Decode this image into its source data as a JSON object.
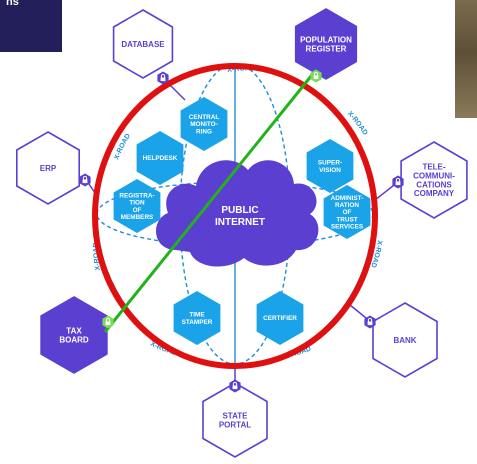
{
  "top_left_text": "ns",
  "network": {
    "center": "PUBLIC INTERNET",
    "ring_label": "X-ROAD",
    "inner_services": [
      "CENTRAL MONITO- RING",
      "HELPDESK",
      "SUPER- VISION",
      "REGISTRA- TION OF MEMBERS",
      "ADMINIST- RATION OF TRUST SERVICES",
      "TIME STAMPER",
      "CERTIFIER"
    ],
    "members": [
      "DATABASE",
      "POPULATION REGISTER",
      "ERP",
      "TELE- COMMUNI- CATIONS COMPANY",
      "TAX BOARD",
      "BANK",
      "STATE PORTAL"
    ]
  },
  "colors": {
    "corner": "#231f5a",
    "purple": "#5b3fd1",
    "service_blue": "#1aa3e8",
    "ring_blue": "#1f8fd6",
    "overlay_red": "#e01010",
    "overlay_green": "#22b21a",
    "lock_green": "#7cd957"
  }
}
